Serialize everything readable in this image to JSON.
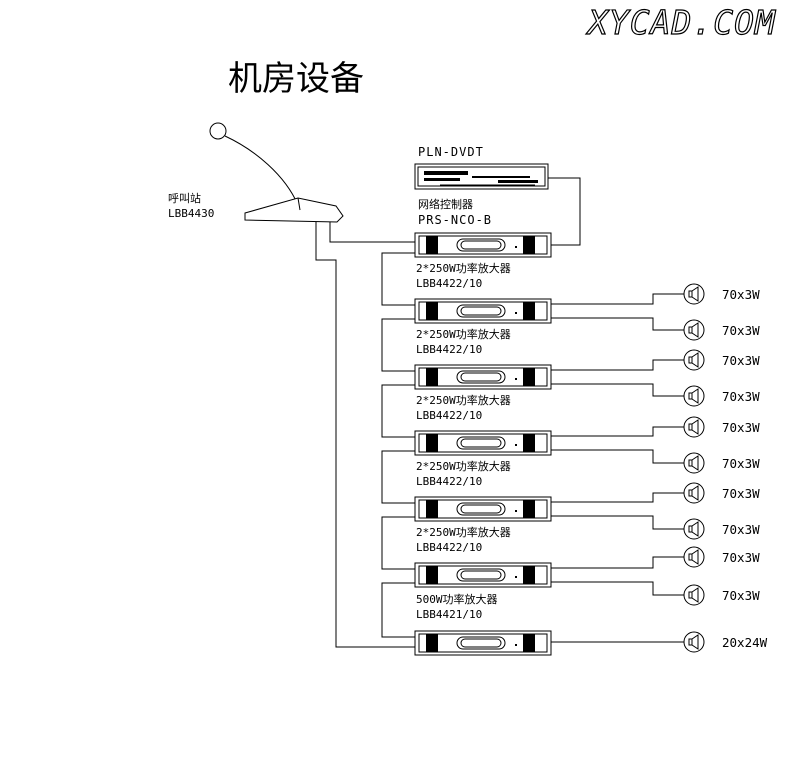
{
  "watermark": "XYCAD.COM",
  "title": "机房设备",
  "mic": {
    "name": "呼叫站",
    "model": "LBB4430"
  },
  "dvd": {
    "name": "PLN-DVDT"
  },
  "controller": {
    "name": "网络控制器",
    "model": "PRS-NCO-B"
  },
  "amplifiers": [
    {
      "name": "2*250W功率放大器",
      "model": "LBB4422/10"
    },
    {
      "name": "2*250W功率放大器",
      "model": "LBB4422/10"
    },
    {
      "name": "2*250W功率放大器",
      "model": "LBB4422/10"
    },
    {
      "name": "2*250W功率放大器",
      "model": "LBB4422/10"
    },
    {
      "name": "2*250W功率放大器",
      "model": "LBB4422/10"
    },
    {
      "name": "500W功率放大器",
      "model": "LBB4421/10"
    }
  ],
  "speakers": [
    {
      "label": "70x3W",
      "icon": "speaker-icon"
    },
    {
      "label": "70x3W",
      "icon": "speaker-icon"
    },
    {
      "label": "70x3W",
      "icon": "speaker-icon"
    },
    {
      "label": "70x3W",
      "icon": "speaker-icon"
    },
    {
      "label": "70x3W",
      "icon": "speaker-icon"
    },
    {
      "label": "70x3W",
      "icon": "speaker-icon"
    },
    {
      "label": "70x3W",
      "icon": "speaker-icon"
    },
    {
      "label": "70x3W",
      "icon": "speaker-icon"
    },
    {
      "label": "70x3W",
      "icon": "speaker-icon"
    },
    {
      "label": "70x3W",
      "icon": "speaker-icon"
    },
    {
      "label": "20x24W",
      "icon": "speaker-icon"
    }
  ]
}
